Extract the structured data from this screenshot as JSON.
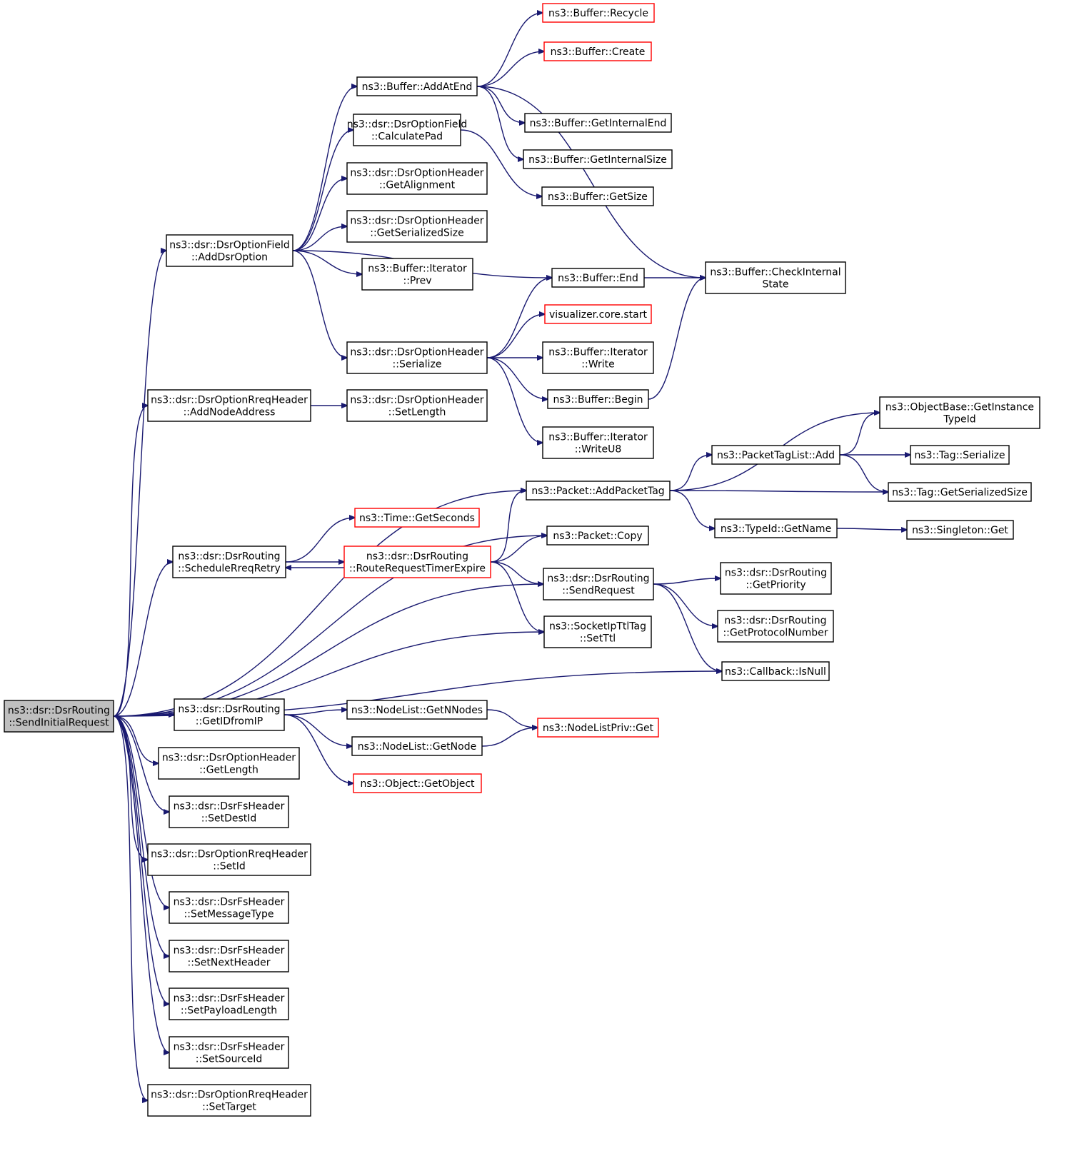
{
  "graph": {
    "edge_color": "#191970",
    "nodes": [
      {
        "id": "root",
        "lines": [
          "ns3::dsr::DsrRouting",
          "::SendInitialRequest"
        ],
        "style": "root"
      },
      {
        "id": "addDsrOption",
        "lines": [
          "ns3::dsr::DsrOptionField",
          "::AddDsrOption"
        ]
      },
      {
        "id": "addNodeAddress",
        "lines": [
          "ns3::dsr::DsrOptionRreqHeader",
          "::AddNodeAddress"
        ]
      },
      {
        "id": "scheduleRreqRetry",
        "lines": [
          "ns3::dsr::DsrRouting",
          "::ScheduleRreqRetry"
        ]
      },
      {
        "id": "getIDfromIP",
        "lines": [
          "ns3::dsr::DsrRouting",
          "::GetIDfromIP"
        ]
      },
      {
        "id": "getLength",
        "lines": [
          "ns3::dsr::DsrOptionHeader",
          "::GetLength"
        ]
      },
      {
        "id": "fsSetDestId",
        "lines": [
          "ns3::dsr::DsrFsHeader",
          "::SetDestId"
        ]
      },
      {
        "id": "rreqSetId",
        "lines": [
          "ns3::dsr::DsrOptionRreqHeader",
          "::SetId"
        ]
      },
      {
        "id": "fsSetMessageType",
        "lines": [
          "ns3::dsr::DsrFsHeader",
          "::SetMessageType"
        ]
      },
      {
        "id": "fsSetNextHeader",
        "lines": [
          "ns3::dsr::DsrFsHeader",
          "::SetNextHeader"
        ]
      },
      {
        "id": "fsSetPayloadLength",
        "lines": [
          "ns3::dsr::DsrFsHeader",
          "::SetPayloadLength"
        ]
      },
      {
        "id": "fsSetSourceId",
        "lines": [
          "ns3::dsr::DsrFsHeader",
          "::SetSourceId"
        ]
      },
      {
        "id": "rreqSetTarget",
        "lines": [
          "ns3::dsr::DsrOptionRreqHeader",
          "::SetTarget"
        ]
      },
      {
        "id": "bufAddAtEnd",
        "lines": [
          "ns3::Buffer::AddAtEnd"
        ]
      },
      {
        "id": "calculatePad",
        "lines": [
          "ns3::dsr::DsrOptionField",
          "::CalculatePad"
        ]
      },
      {
        "id": "getAlignment",
        "lines": [
          "ns3::dsr::DsrOptionHeader",
          "::GetAlignment"
        ]
      },
      {
        "id": "getSerializedSizeOpt",
        "lines": [
          "ns3::dsr::DsrOptionHeader",
          "::GetSerializedSize"
        ]
      },
      {
        "id": "iterPrev",
        "lines": [
          "ns3::Buffer::Iterator",
          "::Prev"
        ]
      },
      {
        "id": "optSerialize",
        "lines": [
          "ns3::dsr::DsrOptionHeader",
          "::Serialize"
        ]
      },
      {
        "id": "optSetLength",
        "lines": [
          "ns3::dsr::DsrOptionHeader",
          "::SetLength"
        ]
      },
      {
        "id": "timeGetSeconds",
        "lines": [
          "ns3::Time::GetSeconds"
        ],
        "style": "red"
      },
      {
        "id": "routeRequestTimerExpire",
        "lines": [
          "ns3::dsr::DsrRouting",
          "::RouteRequestTimerExpire"
        ],
        "style": "red"
      },
      {
        "id": "nlGetNNodes",
        "lines": [
          "ns3::NodeList::GetNNodes"
        ]
      },
      {
        "id": "nlGetNode",
        "lines": [
          "ns3::NodeList::GetNode"
        ]
      },
      {
        "id": "objGetObject",
        "lines": [
          "ns3::Object::GetObject"
        ],
        "style": "red"
      },
      {
        "id": "bufRecycle",
        "lines": [
          "ns3::Buffer::Recycle"
        ],
        "style": "red"
      },
      {
        "id": "bufCreate",
        "lines": [
          "ns3::Buffer::Create"
        ],
        "style": "red"
      },
      {
        "id": "bufGetInternalEnd",
        "lines": [
          "ns3::Buffer::GetInternalEnd"
        ]
      },
      {
        "id": "bufGetInternalSize",
        "lines": [
          "ns3::Buffer::GetInternalSize"
        ]
      },
      {
        "id": "bufGetSize",
        "lines": [
          "ns3::Buffer::GetSize"
        ]
      },
      {
        "id": "bufEnd",
        "lines": [
          "ns3::Buffer::End"
        ]
      },
      {
        "id": "vizStart",
        "lines": [
          "visualizer.core.start"
        ],
        "style": "red"
      },
      {
        "id": "iterWrite",
        "lines": [
          "ns3::Buffer::Iterator",
          "::Write"
        ]
      },
      {
        "id": "bufBegin",
        "lines": [
          "ns3::Buffer::Begin"
        ]
      },
      {
        "id": "iterWriteU8",
        "lines": [
          "ns3::Buffer::Iterator",
          "::WriteU8"
        ]
      },
      {
        "id": "pktAddPacketTag",
        "lines": [
          "ns3::Packet::AddPacketTag"
        ]
      },
      {
        "id": "pktCopy",
        "lines": [
          "ns3::Packet::Copy"
        ]
      },
      {
        "id": "sendRequest",
        "lines": [
          "ns3::dsr::DsrRouting",
          "::SendRequest"
        ]
      },
      {
        "id": "setTtl",
        "lines": [
          "ns3::SocketIpTtlTag",
          "::SetTtl"
        ]
      },
      {
        "id": "nodeListPrivGet",
        "lines": [
          "ns3::NodeListPriv::Get"
        ],
        "style": "red"
      },
      {
        "id": "checkInternalState",
        "lines": [
          "ns3::Buffer::CheckInternal",
          "State"
        ]
      },
      {
        "id": "ptlAdd",
        "lines": [
          "ns3::PacketTagList::Add"
        ]
      },
      {
        "id": "typeIdGetName",
        "lines": [
          "ns3::TypeId::GetName"
        ]
      },
      {
        "id": "getPriority",
        "lines": [
          "ns3::dsr::DsrRouting",
          "::GetPriority"
        ]
      },
      {
        "id": "getProtocolNumber",
        "lines": [
          "ns3::dsr::DsrRouting",
          "::GetProtocolNumber"
        ]
      },
      {
        "id": "cbIsNull",
        "lines": [
          "ns3::Callback::IsNull"
        ]
      },
      {
        "id": "getInstanceTypeId",
        "lines": [
          "ns3::ObjectBase::GetInstance",
          "TypeId"
        ]
      },
      {
        "id": "tagSerialize",
        "lines": [
          "ns3::Tag::Serialize"
        ]
      },
      {
        "id": "tagGetSerializedSize",
        "lines": [
          "ns3::Tag::GetSerializedSize"
        ]
      },
      {
        "id": "singletonGet",
        "lines": [
          "ns3::Singleton::Get"
        ]
      }
    ],
    "edges": [
      [
        "root",
        "addDsrOption"
      ],
      [
        "root",
        "addNodeAddress"
      ],
      [
        "root",
        "pktAddPacketTag"
      ],
      [
        "root",
        "pktCopy"
      ],
      [
        "root",
        "scheduleRreqRetry"
      ],
      [
        "root",
        "sendRequest"
      ],
      [
        "root",
        "setTtl"
      ],
      [
        "root",
        "cbIsNull"
      ],
      [
        "root",
        "getIDfromIP"
      ],
      [
        "root",
        "getLength"
      ],
      [
        "root",
        "fsSetDestId"
      ],
      [
        "root",
        "rreqSetId"
      ],
      [
        "root",
        "fsSetMessageType"
      ],
      [
        "root",
        "fsSetNextHeader"
      ],
      [
        "root",
        "fsSetPayloadLength"
      ],
      [
        "root",
        "fsSetSourceId"
      ],
      [
        "root",
        "rreqSetTarget"
      ],
      [
        "addDsrOption",
        "bufAddAtEnd"
      ],
      [
        "addDsrOption",
        "calculatePad"
      ],
      [
        "addDsrOption",
        "getAlignment"
      ],
      [
        "addDsrOption",
        "getSerializedSizeOpt"
      ],
      [
        "addDsrOption",
        "iterPrev"
      ],
      [
        "addDsrOption",
        "bufEnd"
      ],
      [
        "addDsrOption",
        "optSerialize"
      ],
      [
        "bufAddAtEnd",
        "bufRecycle"
      ],
      [
        "bufAddAtEnd",
        "bufCreate"
      ],
      [
        "bufAddAtEnd",
        "checkInternalState"
      ],
      [
        "bufAddAtEnd",
        "bufGetInternalEnd"
      ],
      [
        "bufAddAtEnd",
        "bufGetInternalSize"
      ],
      [
        "calculatePad",
        "bufGetSize"
      ],
      [
        "optSerialize",
        "bufEnd"
      ],
      [
        "optSerialize",
        "vizStart"
      ],
      [
        "optSerialize",
        "iterWrite"
      ],
      [
        "optSerialize",
        "bufBegin"
      ],
      [
        "optSerialize",
        "iterWriteU8"
      ],
      [
        "bufEnd",
        "checkInternalState"
      ],
      [
        "bufBegin",
        "checkInternalState"
      ],
      [
        "addNodeAddress",
        "optSetLength"
      ],
      [
        "scheduleRreqRetry",
        "timeGetSeconds"
      ],
      [
        "scheduleRreqRetry",
        "routeRequestTimerExpire"
      ],
      [
        "routeRequestTimerExpire",
        "scheduleRreqRetry"
      ],
      [
        "routeRequestTimerExpire",
        "pktAddPacketTag"
      ],
      [
        "routeRequestTimerExpire",
        "pktCopy"
      ],
      [
        "routeRequestTimerExpire",
        "sendRequest"
      ],
      [
        "routeRequestTimerExpire",
        "setTtl"
      ],
      [
        "pktAddPacketTag",
        "getInstanceTypeId"
      ],
      [
        "pktAddPacketTag",
        "ptlAdd"
      ],
      [
        "pktAddPacketTag",
        "tagGetSerializedSize"
      ],
      [
        "pktAddPacketTag",
        "typeIdGetName"
      ],
      [
        "ptlAdd",
        "getInstanceTypeId"
      ],
      [
        "ptlAdd",
        "tagSerialize"
      ],
      [
        "ptlAdd",
        "tagGetSerializedSize"
      ],
      [
        "typeIdGetName",
        "singletonGet"
      ],
      [
        "sendRequest",
        "getPriority"
      ],
      [
        "sendRequest",
        "getProtocolNumber"
      ],
      [
        "sendRequest",
        "cbIsNull"
      ],
      [
        "getIDfromIP",
        "nlGetNNodes"
      ],
      [
        "getIDfromIP",
        "nlGetNode"
      ],
      [
        "getIDfromIP",
        "objGetObject"
      ],
      [
        "nlGetNNodes",
        "nodeListPrivGet"
      ],
      [
        "nlGetNode",
        "nodeListPrivGet"
      ]
    ]
  }
}
